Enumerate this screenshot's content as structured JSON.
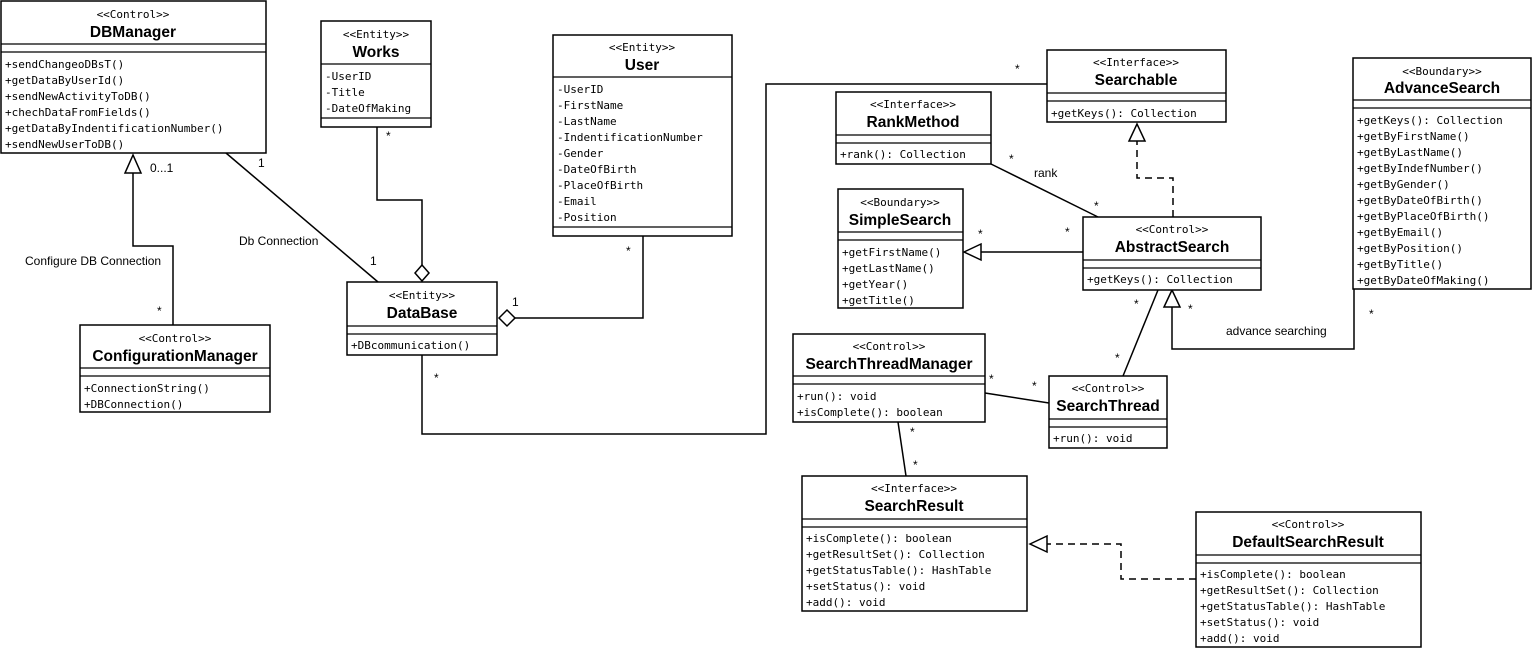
{
  "classes": {
    "dbmanager": {
      "stereotype": "<<Control>>",
      "name": "DBManager",
      "attributes": [],
      "methods": [
        "+sendChangeoDBsT()",
        "+getDataByUserId()",
        "+sendNewActivityToDB()",
        "+chechDataFromFields()",
        "+getDataByIndentificationNumber()",
        "+sendNewUserToDB()"
      ]
    },
    "works": {
      "stereotype": "<<Entity>>",
      "name": "Works",
      "attributes": [
        "-UserID",
        "-Title",
        "-DateOfMaking"
      ],
      "methods": []
    },
    "user": {
      "stereotype": "<<Entity>>",
      "name": "User",
      "attributes": [
        "-UserID",
        "-FirstName",
        "-LastName",
        "-IndentificationNumber",
        "-Gender",
        "-DateOfBirth",
        "-PlaceOfBirth",
        "-Email",
        "-Position"
      ],
      "methods": []
    },
    "searchable": {
      "stereotype": "<<Interface>>",
      "name": "Searchable",
      "attributes": [],
      "methods": [
        "+getKeys(): Collection"
      ]
    },
    "rankmethod": {
      "stereotype": "<<Interface>>",
      "name": "RankMethod",
      "attributes": [],
      "methods": [
        "+rank(): Collection"
      ]
    },
    "advancesearch": {
      "stereotype": "<<Boundary>>",
      "name": "AdvanceSearch",
      "attributes": [],
      "methods": [
        "+getKeys(): Collection",
        "+getByFirstName()",
        "+getByLastName()",
        "+getByIndefNumber()",
        "+getByGender()",
        "+getByDateOfBirth()",
        "+getByPlaceOfBirth()",
        "+getByEmail()",
        "+getByPosition()",
        "+getByTitle()",
        "+getByDateOfMaking()"
      ]
    },
    "simplesearch": {
      "stereotype": "<<Boundary>>",
      "name": "SimpleSearch",
      "attributes": [],
      "methods": [
        "+getFirstName()",
        "+getLastName()",
        "+getYear()",
        "+getTitle()"
      ]
    },
    "abstractsearch": {
      "stereotype": "<<Control>>",
      "name": "AbstractSearch",
      "attributes": [],
      "methods": [
        "+getKeys(): Collection"
      ]
    },
    "database": {
      "stereotype": "<<Entity>>",
      "name": "DataBase",
      "attributes": [],
      "methods": [
        "+DBcommunication()"
      ]
    },
    "configurationmanager": {
      "stereotype": "<<Control>>",
      "name": "ConfigurationManager",
      "attributes": [],
      "methods": [
        "+ConnectionString()",
        "+DBConnection()"
      ]
    },
    "searchthreadmanager": {
      "stereotype": "<<Control>>",
      "name": "SearchThreadManager",
      "attributes": [],
      "methods": [
        "+run(): void",
        "+isComplete(): boolean"
      ]
    },
    "searchthread": {
      "stereotype": "<<Control>>",
      "name": "SearchThread",
      "attributes": [],
      "methods": [
        "+run(): void"
      ]
    },
    "searchresult": {
      "stereotype": "<<Interface>>",
      "name": "SearchResult",
      "attributes": [],
      "methods": [
        "+isComplete(): boolean",
        "+getResultSet(): Collection",
        "+getStatusTable(): HashTable",
        "+setStatus(): void",
        "+add(): void"
      ]
    },
    "defaultsearchresult": {
      "stereotype": "<<Control>>",
      "name": "DefaultSearchResult",
      "attributes": [],
      "methods": [
        "+isComplete(): boolean",
        "+getResultSet(): Collection",
        "+getStatusTable(): HashTable",
        "+setStatus(): void",
        "+add(): void"
      ]
    }
  },
  "labels": {
    "configure_db": "Configure DB Connection",
    "db_connection": "Db Connection",
    "rank": "rank",
    "advance_searching": "advance searching"
  },
  "multiplicities": {
    "dbm_config_top": "0...1",
    "dbm_config_bottom": "*",
    "dbm_db_top": "1",
    "dbm_db_bottom": "1",
    "works_db": "*",
    "user_db_top": "*",
    "user_db_bottom": "1",
    "db_searchable_bottom": "*",
    "db_searchable_top": "*",
    "rank_top": "*",
    "rank_bottom": "*",
    "simple_abstract": "*",
    "abstract_simple": "*",
    "abstract_thread_top": "*",
    "abstract_thread_bottom": "*",
    "advance_abstract": "*",
    "advance_bottom": "*",
    "stm_thread_left": "*",
    "stm_thread_right": "*",
    "stm_result_top": "*",
    "stm_result_bottom": "*"
  }
}
